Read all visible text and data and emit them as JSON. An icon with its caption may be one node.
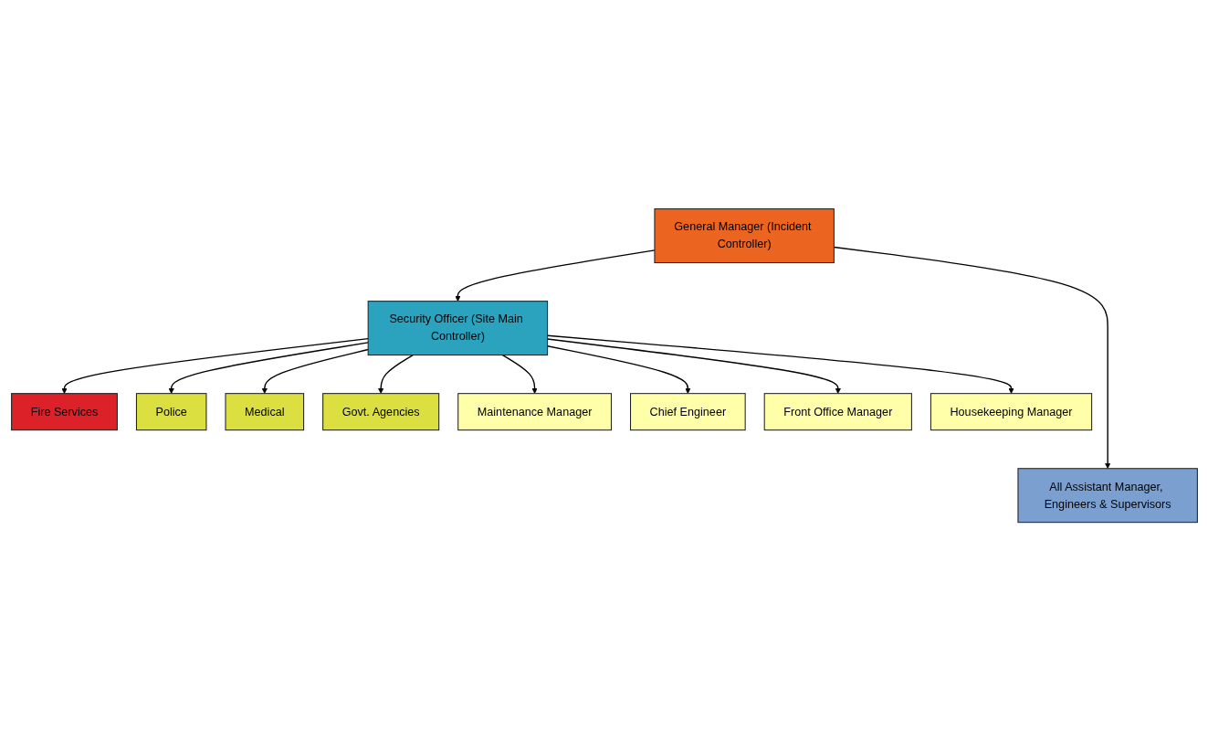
{
  "diagram": {
    "nodes": [
      {
        "text": [
          "General Manager (Incident Controller)"
        ]
      },
      {
        "text": [
          "Security Officer (Site Main Controller)"
        ]
      },
      {
        "text": [
          "Fire Services"
        ]
      },
      {
        "text": [
          "Police"
        ]
      },
      {
        "text": [
          "Medical"
        ]
      },
      {
        "text": [
          "Govt. Agencies"
        ]
      },
      {
        "text": [
          "Maintenance Manager"
        ]
      },
      {
        "text": [
          "Chief Engineer"
        ]
      },
      {
        "text": [
          "Front Office Manager"
        ]
      },
      {
        "text": [
          "Housekeeping Manager"
        ]
      },
      {
        "text": [
          "All Assistant Manager, Engineers & Supervisors"
        ]
      }
    ],
    "edges": [
      {
        "from": 0,
        "to": 1,
        "arrow": "to"
      },
      {
        "from": 1,
        "to": 2,
        "arrow": "to"
      },
      {
        "from": 1,
        "to": 3,
        "arrow": "to"
      },
      {
        "from": 1,
        "to": 4,
        "arrow": "to"
      },
      {
        "from": 1,
        "to": 5,
        "arrow": "to"
      },
      {
        "from": 1,
        "to": 6,
        "arrow": "to"
      },
      {
        "from": 1,
        "to": 7,
        "arrow": "to"
      },
      {
        "from": 1,
        "to": 8,
        "arrow": "to"
      },
      {
        "from": 1,
        "to": 9,
        "arrow": "to"
      },
      {
        "from": 0,
        "to": 10,
        "arrow": "to"
      }
    ]
  }
}
